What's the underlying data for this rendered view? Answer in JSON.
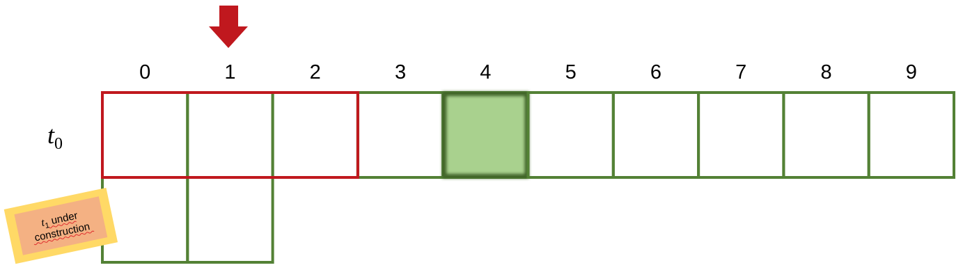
{
  "diagram": {
    "indices": [
      "0",
      "1",
      "2",
      "3",
      "4",
      "5",
      "6",
      "7",
      "8",
      "9"
    ],
    "row_t0": {
      "var": "t",
      "sub": "0",
      "cells": 10,
      "highlighted_cell": 4
    },
    "row_t1": {
      "cells": 2
    },
    "window": {
      "start": 0,
      "end": 2
    },
    "pointer_index": 1,
    "note": {
      "line1_var": "t",
      "line1_sub": "1",
      "line1_rest": " under",
      "line2": "construction"
    },
    "colors": {
      "cell_border": "#538135",
      "window_border": "#c0181e",
      "highlight_fill": "#a9d18e",
      "arrow": "#c0181e",
      "note_outer": "#ffd966",
      "note_inner": "#f4b183"
    }
  }
}
